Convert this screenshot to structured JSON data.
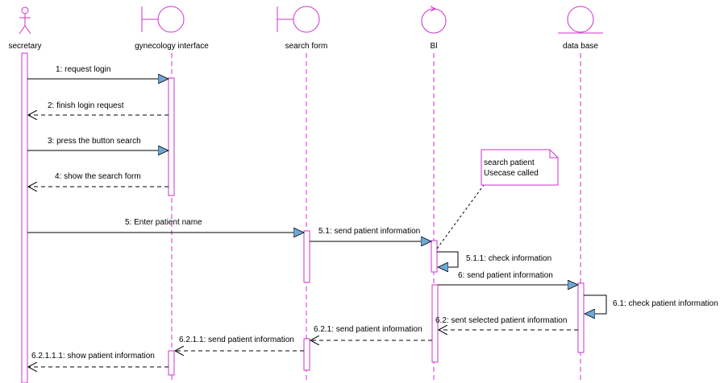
{
  "lifelines": [
    {
      "id": "secretary",
      "label": "secretary",
      "icon": "actor-icon"
    },
    {
      "id": "gyn",
      "label": "gynecology interface",
      "icon": "boundary-icon"
    },
    {
      "id": "search",
      "label": "search form",
      "icon": "boundary-icon"
    },
    {
      "id": "bl",
      "label": "Bl",
      "icon": "control-icon"
    },
    {
      "id": "db",
      "label": "data base",
      "icon": "entity-icon"
    }
  ],
  "messages": [
    {
      "num": "1",
      "text": "1: request login",
      "from": "secretary",
      "to": "gyn",
      "kind": "sync"
    },
    {
      "num": "2",
      "text": "2: finish login request",
      "from": "gyn",
      "to": "secretary",
      "kind": "return"
    },
    {
      "num": "3",
      "text": "3: press the button search",
      "from": "secretary",
      "to": "gyn",
      "kind": "sync"
    },
    {
      "num": "4",
      "text": "4: show the search form",
      "from": "gyn",
      "to": "secretary",
      "kind": "return"
    },
    {
      "num": "5",
      "text": "5: Enter patient name",
      "from": "secretary",
      "to": "search",
      "kind": "sync"
    },
    {
      "num": "5.1",
      "text": "5.1: send patient information",
      "from": "search",
      "to": "bl",
      "kind": "sync"
    },
    {
      "num": "5.1.1",
      "text": "5.1.1: check information",
      "from": "bl",
      "to": "bl",
      "kind": "self"
    },
    {
      "num": "6",
      "text": "6: send patient information",
      "from": "bl",
      "to": "db",
      "kind": "sync"
    },
    {
      "num": "6.1",
      "text": "6.1: check patient information",
      "from": "db",
      "to": "db",
      "kind": "self"
    },
    {
      "num": "6.2",
      "text": "6.2: sent selected patient information",
      "from": "db",
      "to": "bl",
      "kind": "return"
    },
    {
      "num": "6.2.1",
      "text": "6.2.1: send patient information",
      "from": "bl",
      "to": "search",
      "kind": "return"
    },
    {
      "num": "6.2.1.1",
      "text": "6.2.1.1: send patient information",
      "from": "search",
      "to": "gyn",
      "kind": "return"
    },
    {
      "num": "6.2.1.1.1",
      "text": "6.2.1.1.1: show patient information",
      "from": "gyn",
      "to": "secretary",
      "kind": "return"
    }
  ],
  "note": {
    "lines": [
      "search patient",
      "Usecase called"
    ]
  },
  "colors": {
    "lifeline": "#cc33cc",
    "line": "#000000",
    "arrowhead": "#6fa8d8",
    "background": "#ffffff"
  }
}
